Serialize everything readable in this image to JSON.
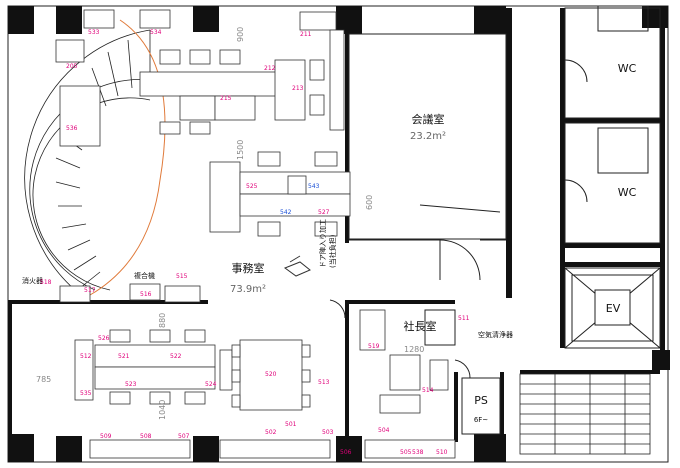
{
  "rooms": {
    "office": {
      "name": "事務室",
      "area": "73.9m²"
    },
    "meeting": {
      "name": "会議室",
      "area": "23.2m²"
    },
    "president": {
      "name": "社長室"
    },
    "wc1": {
      "name": "WC"
    },
    "wc2": {
      "name": "WC"
    },
    "ev": {
      "name": "EV"
    },
    "ps": {
      "name": "PS",
      "sub": "6F~"
    }
  },
  "labels": {
    "air_purifier": "空気清浄器",
    "extinguisher": "消火器",
    "copier": "複合機",
    "door_note": "ドア陣入り加工",
    "door_note2": "(当社負担)"
  },
  "dimensions": {
    "d900": "900",
    "d1500": "1500",
    "d600": "600",
    "d880": "880",
    "d785": "785",
    "d1040": "1040",
    "d1280": "1280"
  },
  "markers": {
    "m205": "205",
    "m211": "211",
    "m212": "212",
    "m213": "213",
    "m215": "215",
    "m516": "516",
    "m517": "517",
    "m518": "518",
    "m519": "519",
    "m520": "520",
    "m521": "521",
    "m522": "522",
    "m523": "523",
    "m524": "524",
    "m525": "525",
    "m526": "526",
    "m527": "527",
    "m501": "501",
    "m502": "502",
    "m503": "503",
    "m504": "504",
    "m505": "505",
    "m506": "506",
    "m507": "507",
    "m508": "508",
    "m509": "509",
    "m510": "510",
    "m511": "511",
    "m512": "512",
    "m513": "513",
    "m514": "514",
    "m515": "515",
    "m533": "533",
    "m534": "534",
    "m535": "535",
    "m536": "536",
    "m538": "538",
    "m542": "542",
    "m543": "543"
  }
}
